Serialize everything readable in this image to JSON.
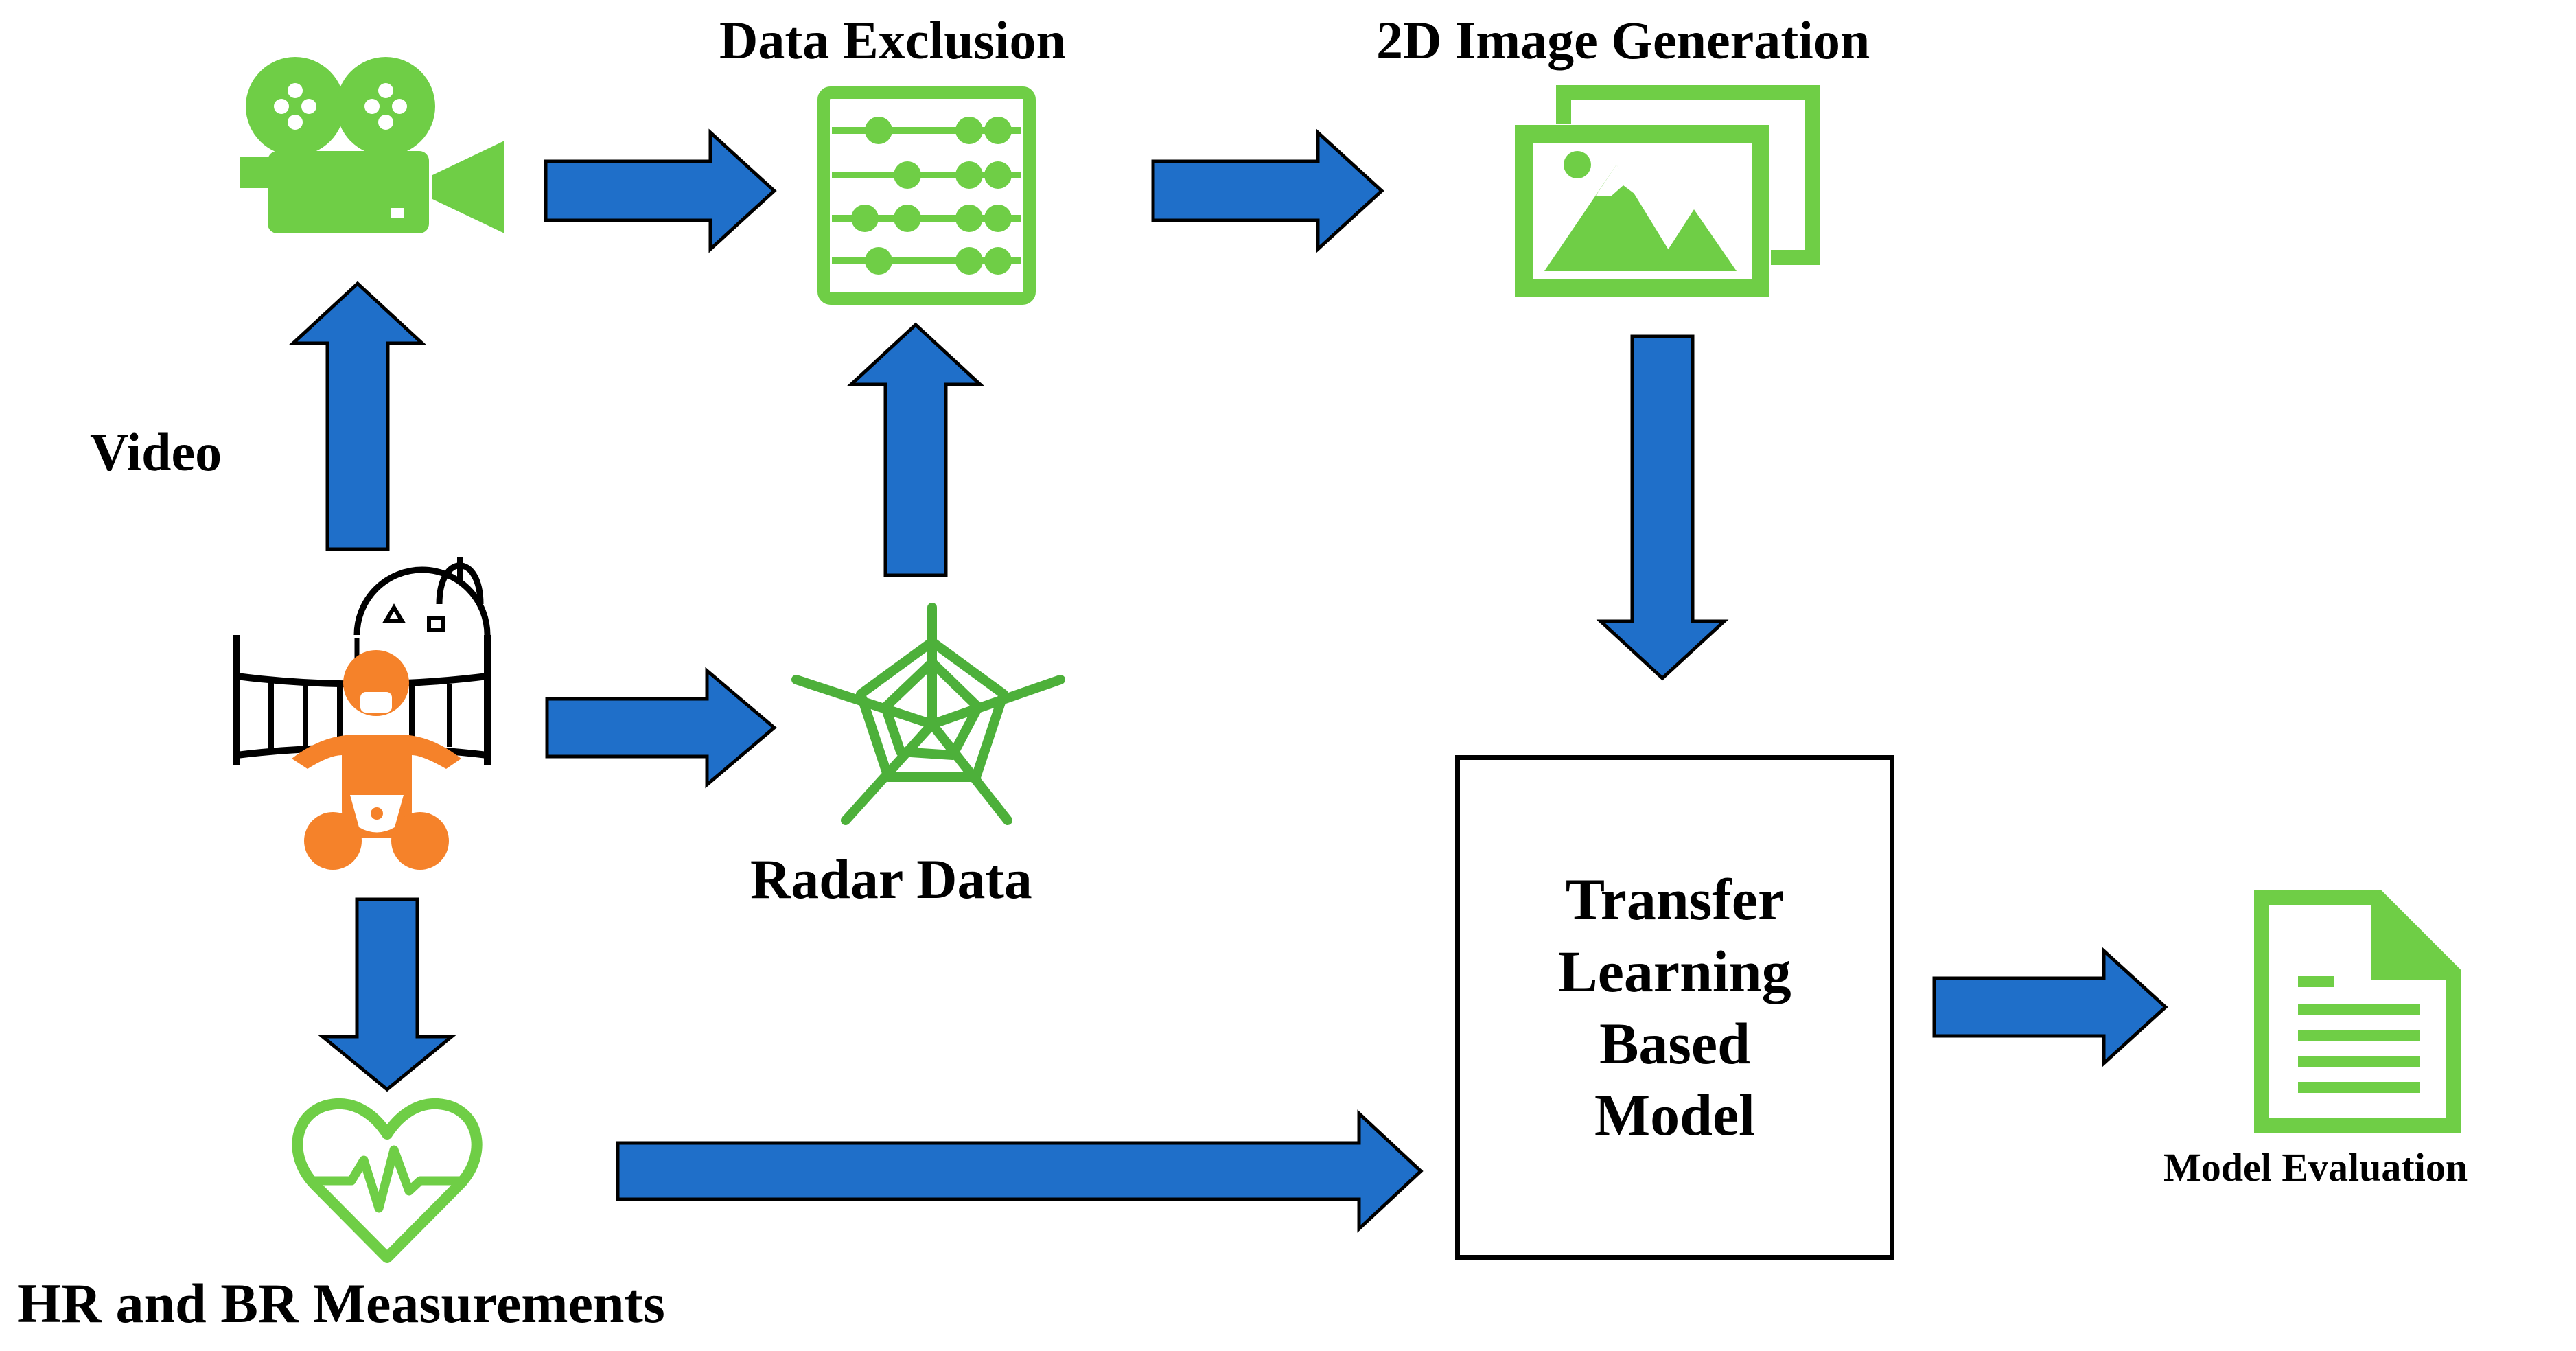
{
  "labels": {
    "data_exclusion": "Data Exclusion",
    "image_generation": "2D Image Generation",
    "video": "Video",
    "radar_data": "Radar Data",
    "hr_br": "HR and BR Measurements",
    "model_box": "Transfer\nLearning\nBased\nModel",
    "model_evaluation": "Model Evaluation"
  },
  "colors": {
    "arrow_fill": "#1f6fc9",
    "arrow_stroke": "#000000",
    "icon_green": "#6fce46",
    "icon_dark_green": "#4db03a",
    "baby_orange": "#f5822a"
  },
  "icons": {
    "video": "video-camera-icon",
    "data_exclusion": "abacus-icon",
    "image_generation": "image-gallery-icon",
    "baby": "baby-crib-icon",
    "radar": "radar-chart-icon",
    "heart": "heartbeat-icon",
    "document": "document-icon"
  }
}
